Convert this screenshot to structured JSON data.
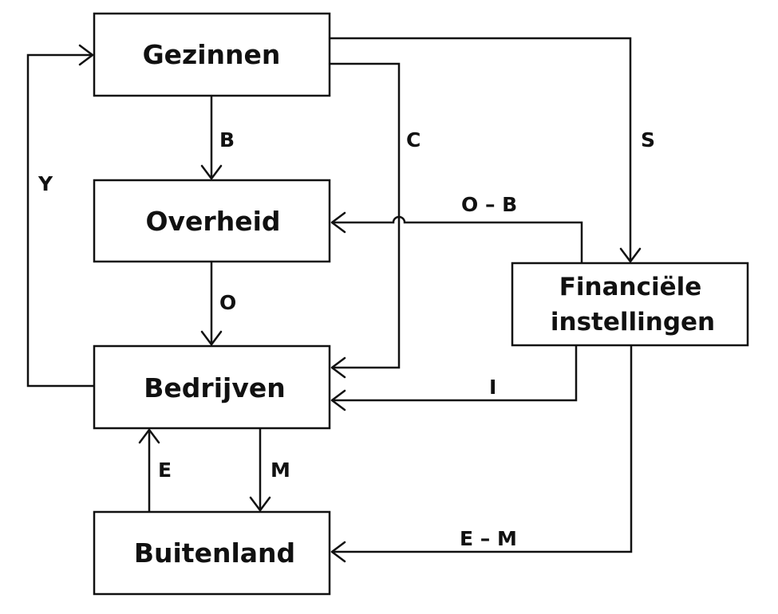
{
  "boxes": {
    "gezinnen": {
      "label": "Gezinnen"
    },
    "overheid": {
      "label": "Overheid"
    },
    "bedrijven": {
      "label": "Bedrijven"
    },
    "buitenland": {
      "label": "Buitenland"
    },
    "financiele": {
      "line1": "Financiële",
      "line2": "instellingen"
    }
  },
  "flows": {
    "b": "B",
    "o": "O",
    "y": "Y",
    "c": "C",
    "s": "S",
    "o_minus_b": "O – B",
    "i": "I",
    "e": "E",
    "m": "M",
    "e_minus_m": "E – M"
  }
}
